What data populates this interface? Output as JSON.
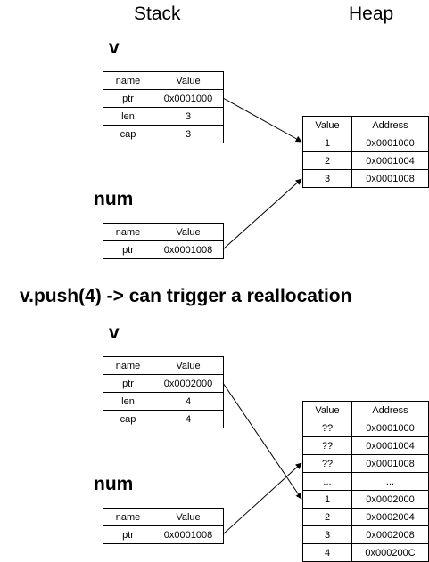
{
  "titles": {
    "stack": "Stack",
    "heap": "Heap"
  },
  "before": {
    "vec_label": "v",
    "vec_table": {
      "headers": [
        "name",
        "Value"
      ],
      "rows": [
        [
          "ptr",
          "0x0001000"
        ],
        [
          "len",
          "3"
        ],
        [
          "cap",
          "3"
        ]
      ]
    },
    "num_label": "num",
    "num_table": {
      "headers": [
        "name",
        "Value"
      ],
      "rows": [
        [
          "ptr",
          "0x0001008"
        ]
      ]
    },
    "heap_table": {
      "headers": [
        "Value",
        "Address"
      ],
      "rows": [
        [
          "1",
          "0x0001000"
        ],
        [
          "2",
          "0x0001004"
        ],
        [
          "3",
          "0x0001008"
        ]
      ]
    }
  },
  "caption": "v.push(4) -> can trigger a reallocation",
  "after": {
    "vec_label": "v",
    "vec_table": {
      "headers": [
        "name",
        "Value"
      ],
      "rows": [
        [
          "ptr",
          "0x0002000"
        ],
        [
          "len",
          "4"
        ],
        [
          "cap",
          "4"
        ]
      ]
    },
    "num_label": "num",
    "num_table": {
      "headers": [
        "name",
        "Value"
      ],
      "rows": [
        [
          "ptr",
          "0x0001008"
        ]
      ]
    },
    "heap_table": {
      "headers": [
        "Value",
        "Address"
      ],
      "rows": [
        [
          "??",
          "0x0001000"
        ],
        [
          "??",
          "0x0001004"
        ],
        [
          "??",
          "0x0001008"
        ],
        [
          "...",
          "..."
        ],
        [
          "1",
          "0x0002000"
        ],
        [
          "2",
          "0x0002004"
        ],
        [
          "3",
          "0x0002008"
        ],
        [
          "4",
          "0x000200C"
        ]
      ]
    }
  }
}
